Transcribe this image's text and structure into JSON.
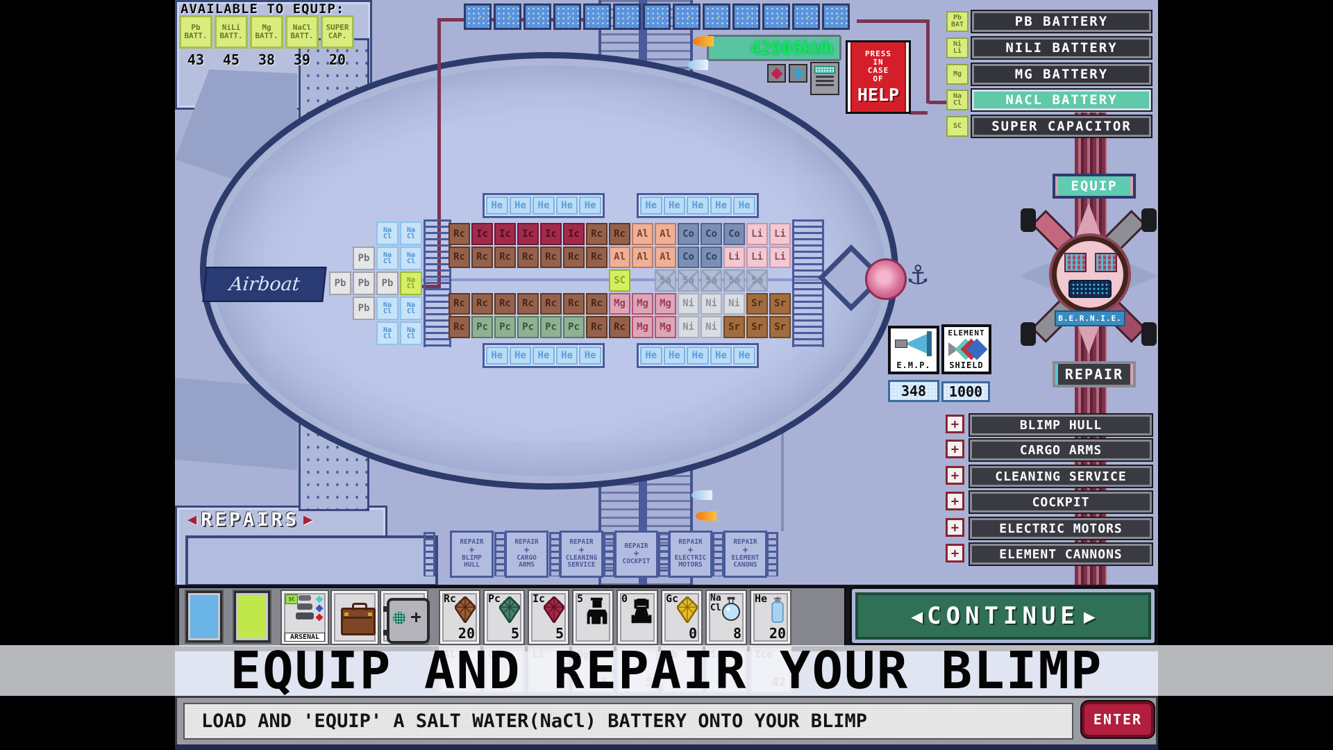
{
  "header": {
    "available_title": "AVAILABLE TO EQUIP:"
  },
  "available": {
    "items": [
      {
        "lines": [
          "Pb",
          "BATT."
        ],
        "count": "43"
      },
      {
        "lines": [
          "NiLi",
          "BATT."
        ],
        "count": "45"
      },
      {
        "lines": [
          "Mg",
          "BATT."
        ],
        "count": "38"
      },
      {
        "lines": [
          "NaCl",
          "BATT."
        ],
        "count": "39"
      },
      {
        "lines": [
          "SUPER",
          "CAP."
        ],
        "count": "20"
      }
    ]
  },
  "power": {
    "value": "42906kWh"
  },
  "help": {
    "lines": [
      "PRESS",
      "IN",
      "CASE",
      "OF"
    ],
    "big": "HELP"
  },
  "battery_menu": {
    "items": [
      {
        "chip": [
          "Pb",
          "BAT"
        ],
        "label": "PB BATTERY",
        "active": false
      },
      {
        "chip": [
          "Ni",
          "Li"
        ],
        "label": "NILI BATTERY",
        "active": false
      },
      {
        "chip": [
          "Mg"
        ],
        "label": "MG BATTERY",
        "active": false
      },
      {
        "chip": [
          "Na",
          "Cl"
        ],
        "label": "NACL BATTERY",
        "active": true
      },
      {
        "chip": [
          "SC"
        ],
        "label": "SUPER CAPACITOR",
        "active": false
      }
    ]
  },
  "blimp": {
    "name": "Airboat",
    "he_label": "He",
    "he_per_strip": 5,
    "battery_block": [
      [
        "",
        "",
        "NaCl",
        "NaCl"
      ],
      [
        "",
        "Pb",
        "NaCl",
        "NaCl"
      ],
      [
        "Pb",
        "Pb",
        "Pb",
        "NaCl*"
      ],
      [
        "",
        "Pb",
        "NaCl",
        "NaCl"
      ],
      [
        "",
        "",
        "NaCl",
        "NaCl"
      ]
    ],
    "grid": [
      [
        "Rc",
        "Ic",
        "Ic",
        "Ic",
        "Ic",
        "Ic",
        "Rc",
        "Rc",
        "Al",
        "Al",
        "Co",
        "Co",
        "Co",
        "Li",
        "Li"
      ],
      [
        "Rc",
        "Rc",
        "Rc",
        "Rc",
        "Rc",
        "Rc",
        "Rc",
        "Al",
        "Al",
        "Al",
        "Co",
        "Co",
        "Li",
        "Li",
        "Li"
      ],
      [
        "",
        "",
        "",
        "",
        "",
        "",
        "",
        "SC",
        "",
        "Sa",
        "Sa",
        "Sa",
        "Sa",
        "Sa",
        ""
      ],
      [
        "Rc",
        "Rc",
        "Rc",
        "Rc",
        "Rc",
        "Rc",
        "Rc",
        "Mg",
        "Mg",
        "Mg",
        "Ni",
        "Ni",
        "Ni",
        "Sr",
        "Sr"
      ],
      [
        "Rc",
        "Pc",
        "Pc",
        "Pc",
        "Pc",
        "Pc",
        "Rc",
        "Rc",
        "Mg",
        "Mg",
        "Ni",
        "Ni",
        "Sr",
        "Sr",
        "Sr"
      ]
    ]
  },
  "side": {
    "equip": "EQUIP",
    "repair": "REPAIR",
    "bernie": "B.E.R.N.I.E."
  },
  "gauges": {
    "emp_label": "E.M.P.",
    "emp_value": "348",
    "shield_label_top": "ELEMENT",
    "shield_label_bottom": "SHIELD",
    "shield_value": "1000"
  },
  "components": {
    "plus": "+",
    "items": [
      "BLIMP HULL",
      "CARGO ARMS",
      "CLEANING SERVICE",
      "COCKPIT",
      "ELECTRIC MOTORS",
      "ELEMENT CANNONS"
    ]
  },
  "repairs": {
    "title": "REPAIRS",
    "arrow_left": "◀",
    "arrow_right": "▶",
    "stations": [
      [
        "REPAIR",
        "+",
        "BLIMP",
        "HULL"
      ],
      [
        "REPAIR",
        "+",
        "CARGO",
        "ARMS"
      ],
      [
        "REPAIR",
        "+",
        "CLEANING",
        "SERVICE"
      ],
      [
        "REPAIR",
        "+",
        "COCKPIT"
      ],
      [
        "REPAIR",
        "+",
        "ELECTRIC",
        "MOTORS"
      ],
      [
        "REPAIR",
        "+",
        "ELEMENT",
        "CANONS"
      ]
    ]
  },
  "inventory": {
    "arsenal_label": "ARSENAL",
    "items": [
      {
        "code": "Rc",
        "count": "20",
        "icon": "crystal-brown"
      },
      {
        "code": "Pc",
        "count": "5",
        "icon": "crystal-green"
      },
      {
        "code": "Ic",
        "count": "5",
        "icon": "crystal-red"
      },
      {
        "code": "5",
        "count": "",
        "icon": "person-male"
      },
      {
        "code": "0",
        "count": "",
        "icon": "person-female"
      },
      {
        "code": "Gc",
        "count": "0",
        "icon": "crystal-gold"
      },
      {
        "code": "NaCl",
        "count": "8",
        "icon": "flask"
      },
      {
        "code": "He",
        "count": "20",
        "icon": "canister"
      }
    ]
  },
  "ghost_row": {
    "items": [
      {
        "code": "Al",
        "count": ""
      },
      {
        "code": "Co",
        "count": ""
      },
      {
        "code": "Li",
        "count": "5"
      },
      {
        "code": "Mg",
        "count": "5"
      },
      {
        "code": "Ni",
        "count": "5"
      },
      {
        "code": "Pb",
        "count": "5"
      },
      {
        "code": "Sr",
        "count": "5"
      },
      {
        "code": "Ice",
        "count": "42"
      }
    ]
  },
  "footer": {
    "continue": "CONTINUE",
    "arrow_left": "◀",
    "arrow_right": "▶",
    "banner": "EQUIP AND REPAIR YOUR BLIMP",
    "ticker": "LOAD AND 'EQUIP' A SALT WATER(NaCl) BATTERY ONTO YOUR BLIMP",
    "enter": "ENTER"
  }
}
